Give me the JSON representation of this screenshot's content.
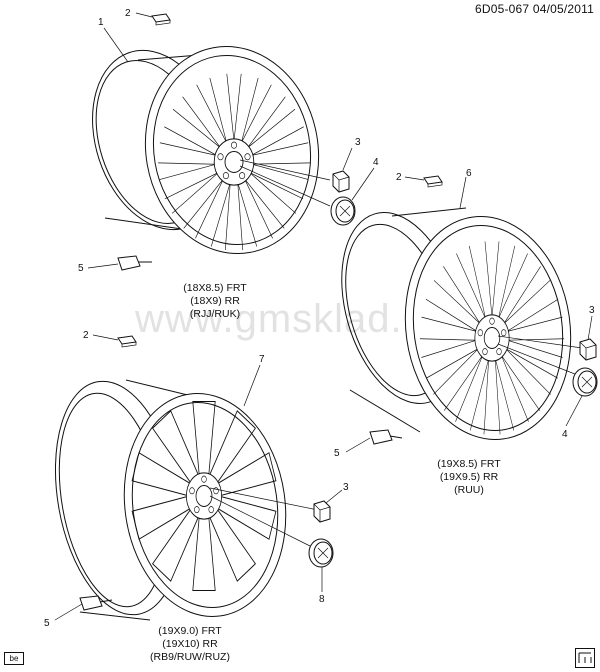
{
  "header": {
    "code": "6D05-067",
    "date": "04/05/2011"
  },
  "watermark": "www.gmsklad.ru",
  "footer": {
    "badge": "be"
  },
  "callouts": {
    "c1": "1",
    "c2a": "2",
    "c2b": "2",
    "c2c": "2",
    "c3a": "3",
    "c3b": "3",
    "c3c": "3",
    "c4a": "4",
    "c4b": "4",
    "c5a": "5",
    "c5b": "5",
    "c5c": "5",
    "c6": "6",
    "c7": "7",
    "c8": "8"
  },
  "captions": {
    "wheel1": [
      "(18X8.5) FRT",
      "(18X9) RR",
      "(RJJ/RUK)"
    ],
    "wheel6": [
      "(19X8.5) FRT",
      "(19X9.5) RR",
      "(RUU)"
    ],
    "wheel7": [
      "(19X9.0) FRT",
      "(19X10) RR",
      "(RB9/RUW/RUZ)"
    ]
  }
}
